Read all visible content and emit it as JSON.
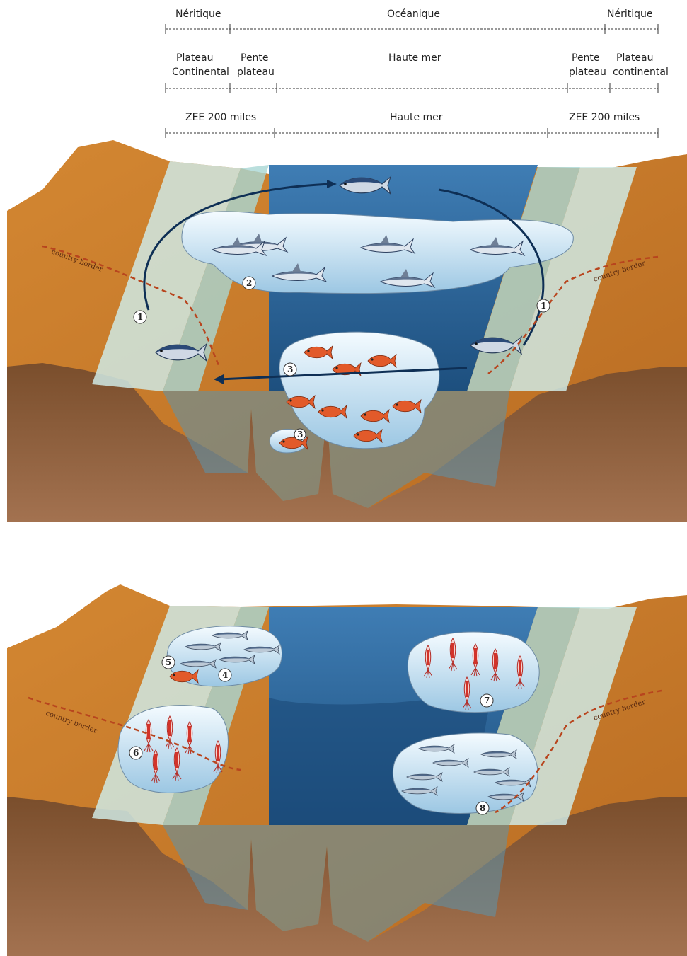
{
  "zones_row1": {
    "left": "Néritique",
    "center": "Océanique",
    "right": "Néritique"
  },
  "zones_row2": {
    "left_shelf_1": "Plateau",
    "left_shelf_2": "Continental",
    "left_slope_1": "Pente",
    "left_slope_2": "plateau",
    "center": "Haute mer",
    "right_slope_1": "Pente",
    "right_slope_2": "plateau",
    "right_shelf_1": "Plateau",
    "right_shelf_2": "continental"
  },
  "zones_row3": {
    "left": "ZEE 200 miles",
    "center": "Haute mer",
    "right": "ZEE 200 miles"
  },
  "diagram_top": {
    "border_label_left": "country border",
    "border_label_right": "country border",
    "markers": [
      "1",
      "2",
      "3",
      "3",
      "1"
    ]
  },
  "diagram_bottom": {
    "border_label_left": "country border",
    "border_label_right": "country border",
    "markers": [
      "5",
      "4",
      "6",
      "7",
      "8"
    ]
  },
  "colors": {
    "land": "#c8782a",
    "seabed": "#8a5a35",
    "shelf_water": "#cfe9e4",
    "deep_water": "#2f6e9e",
    "ocean_surface": "#4d86b8",
    "border_line": "#b8451e",
    "arrow": "#0e2f55"
  }
}
